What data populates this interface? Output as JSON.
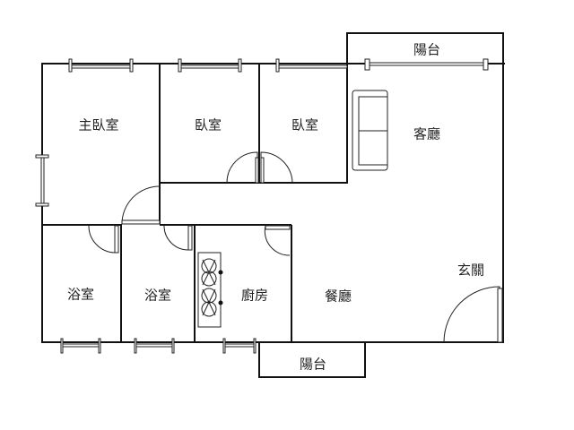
{
  "plan": {
    "rooms": {
      "balcony_top": "陽台",
      "master_bedroom": "主臥室",
      "bedroom_1": "臥室",
      "bedroom_2": "臥室",
      "living_room": "客廳",
      "bathroom_1": "浴室",
      "bathroom_2": "浴室",
      "kitchen": "廚房",
      "dining_room": "餐廳",
      "entrance": "玄關",
      "balcony_bottom": "陽台"
    }
  }
}
